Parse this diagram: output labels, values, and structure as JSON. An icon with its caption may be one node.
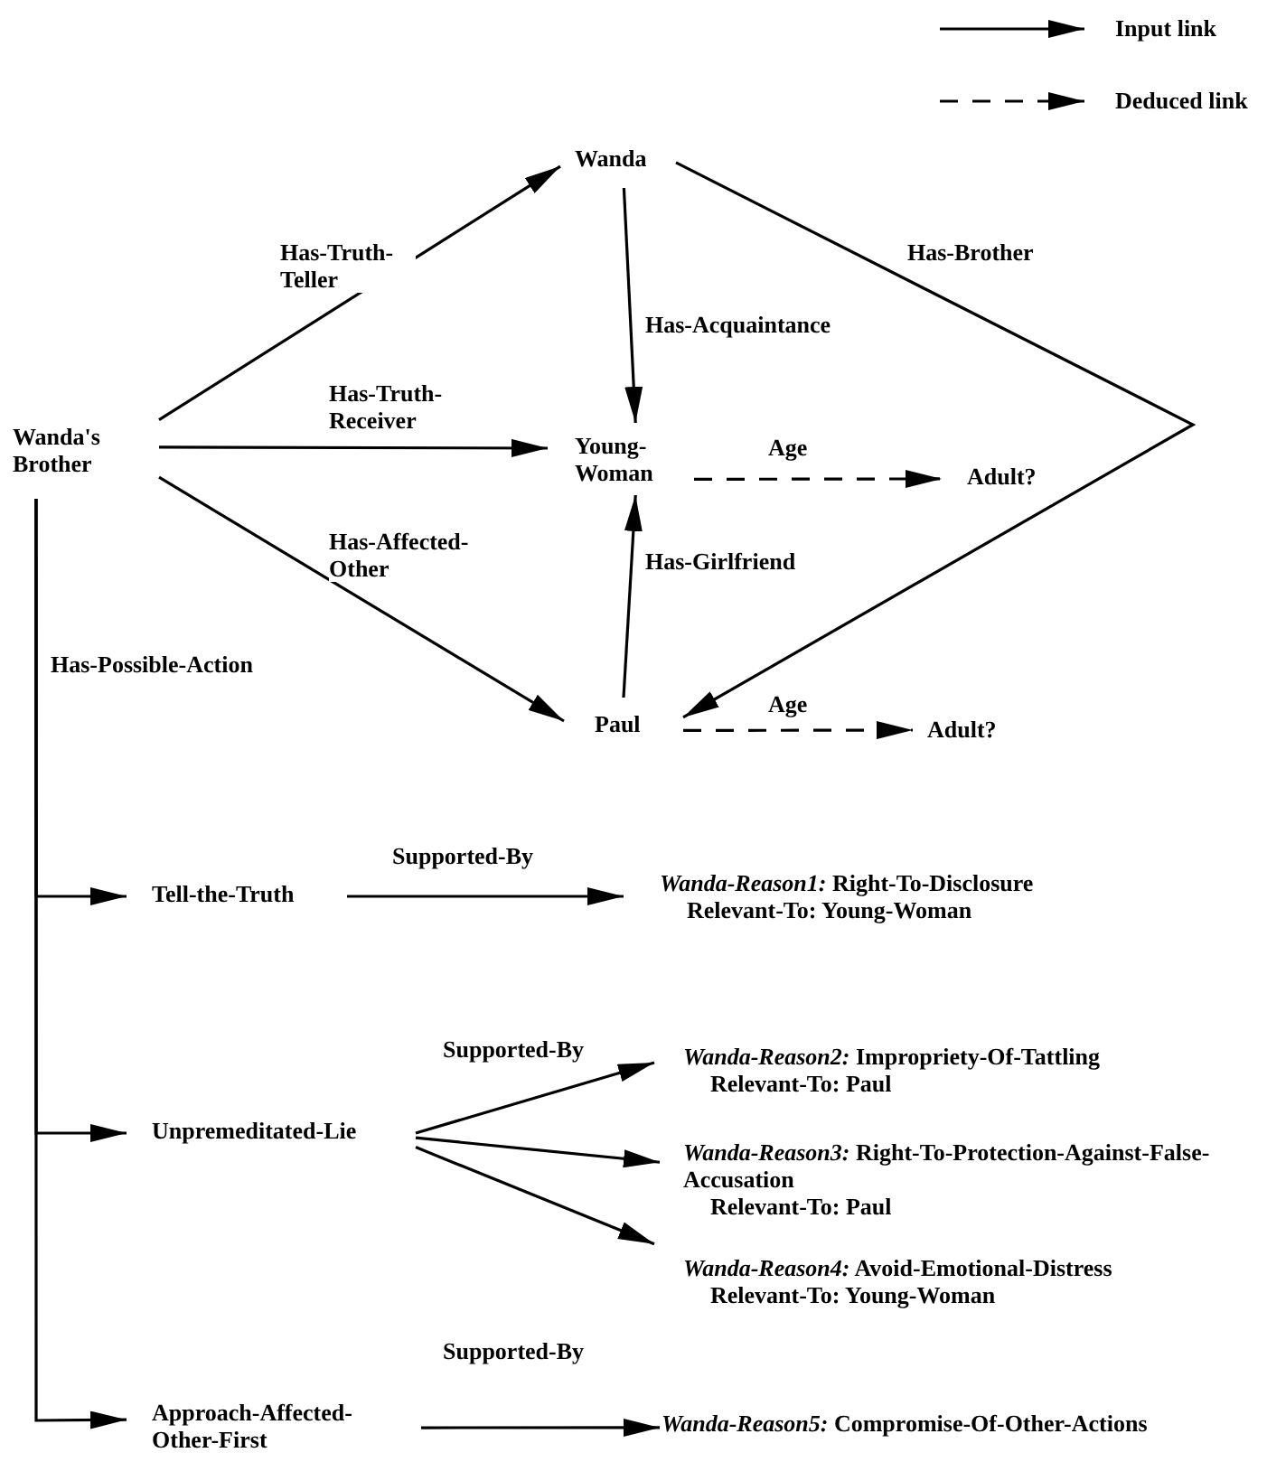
{
  "diagram": {
    "nodes": [
      {
        "text": [
          "Wanda's Brother"
        ]
      },
      {
        "text": [
          "Wanda"
        ]
      },
      {
        "text": [
          "Young-Woman"
        ]
      },
      {
        "text": [
          "Adult?"
        ]
      },
      {
        "text": [
          "Paul"
        ]
      },
      {
        "text": [
          "Adult?"
        ]
      },
      {
        "text": [
          "Tell-the-Truth"
        ]
      },
      {
        "text": [
          "*Wanda-Reason1:* Right-To-Disclosure",
          "Relevant-To: Young-Woman"
        ]
      },
      {
        "text": [
          "Unpremeditated-Lie"
        ]
      },
      {
        "text": [
          "*Wanda-Reason2:* Impropriety-Of-Tattling",
          "Relevant-To: Paul"
        ]
      },
      {
        "text": [
          "*Wanda-Reason3:* Right-To-Protection-Against-False-Accusation",
          "Relevant-To: Paul"
        ]
      },
      {
        "text": [
          "*Wanda-Reason4:* Avoid-Emotional-Distress",
          "Relevant-To: Young-Woman"
        ]
      },
      {
        "text": [
          "Approach-Affected-Other-First"
        ]
      },
      {
        "text": [
          "*Wanda-Reason5:* Compromise-Of-Other-Actions"
        ]
      }
    ],
    "edges": [
      {
        "from": 0,
        "to": 1,
        "arrow": "to",
        "label": "Has-Truth-Teller"
      },
      {
        "from": 0,
        "to": 2,
        "arrow": "to",
        "label": "Has-Truth-Receiver"
      },
      {
        "from": 0,
        "to": 4,
        "arrow": "to",
        "label": "Has-Affected-Other"
      },
      {
        "from": 1,
        "to": 2,
        "arrow": "to",
        "label": "Has-Acquaintance"
      },
      {
        "from": 4,
        "to": 2,
        "arrow": "to",
        "label": "Has-Girlfriend"
      },
      {
        "from": 1,
        "to": 4,
        "arrow": "to",
        "label": "Has-Brother"
      },
      {
        "from": 2,
        "to": 3,
        "arrow": "to",
        "label": "Age",
        "style": "dashed"
      },
      {
        "from": 4,
        "to": 5,
        "arrow": "to",
        "label": "Age",
        "style": "dashed"
      },
      {
        "from": 0,
        "to": 6,
        "arrow": "to",
        "label": "Has-Possible-Action"
      },
      {
        "from": 0,
        "to": 8,
        "arrow": "to"
      },
      {
        "from": 0,
        "to": 12,
        "arrow": "to"
      },
      {
        "from": 6,
        "to": 7,
        "arrow": "to",
        "label": "Supported-By"
      },
      {
        "from": 8,
        "to": 9,
        "arrow": "to",
        "label": "Supported-By"
      },
      {
        "from": 8,
        "to": 10,
        "arrow": "to"
      },
      {
        "from": 8,
        "to": 11,
        "arrow": "to"
      },
      {
        "from": 12,
        "to": 13,
        "arrow": "to",
        "label": "Supported-By"
      }
    ],
    "legend": [
      {
        "text": "Input link"
      },
      {
        "text": "Deduced link"
      }
    ]
  }
}
